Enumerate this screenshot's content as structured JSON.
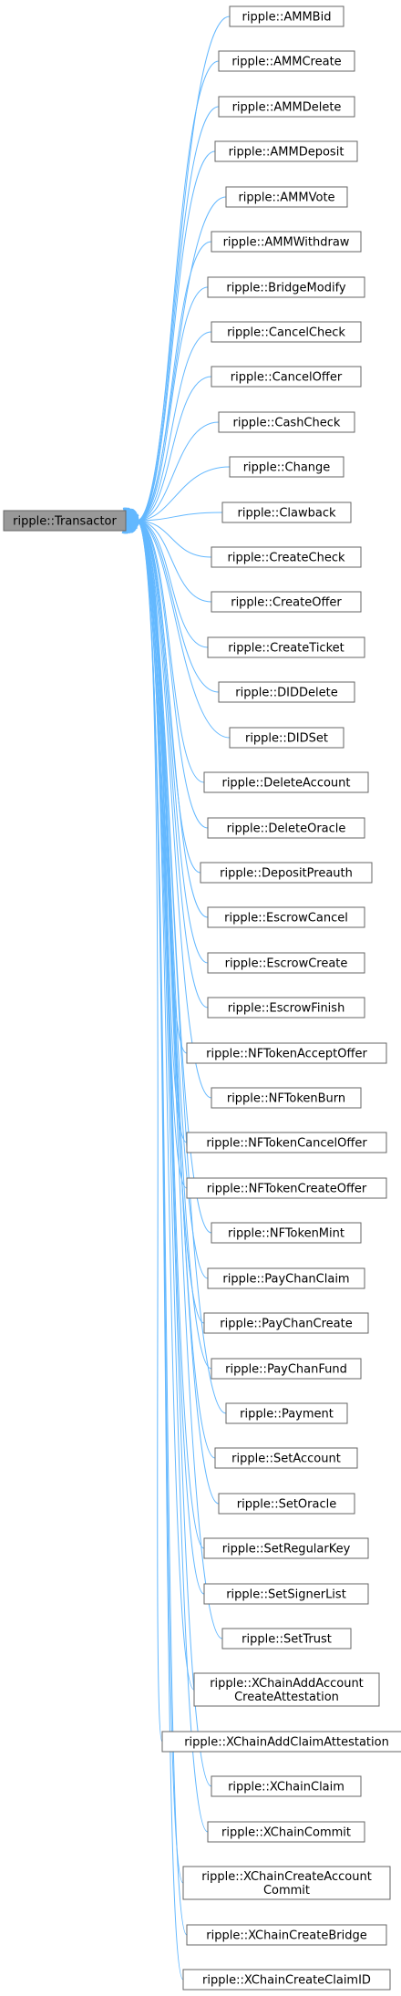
{
  "diagram": {
    "type": "inheritance-graph",
    "colors": {
      "edge": "#63b8ff",
      "base_fill": "#999999",
      "node_border": "#666666",
      "node_fill": "#ffffff"
    },
    "base": {
      "id": "transactor",
      "label": [
        "ripple::Transactor"
      ]
    },
    "derived": [
      {
        "id": "ammbid",
        "label": [
          "ripple::AMMBid"
        ]
      },
      {
        "id": "ammcreate",
        "label": [
          "ripple::AMMCreate"
        ]
      },
      {
        "id": "ammdelete",
        "label": [
          "ripple::AMMDelete"
        ]
      },
      {
        "id": "ammdeposit",
        "label": [
          "ripple::AMMDeposit"
        ]
      },
      {
        "id": "ammvote",
        "label": [
          "ripple::AMMVote"
        ]
      },
      {
        "id": "ammwithdraw",
        "label": [
          "ripple::AMMWithdraw"
        ]
      },
      {
        "id": "bridgemodify",
        "label": [
          "ripple::BridgeModify"
        ]
      },
      {
        "id": "cancelcheck",
        "label": [
          "ripple::CancelCheck"
        ]
      },
      {
        "id": "canceloffer",
        "label": [
          "ripple::CancelOffer"
        ]
      },
      {
        "id": "cashcheck",
        "label": [
          "ripple::CashCheck"
        ]
      },
      {
        "id": "change",
        "label": [
          "ripple::Change"
        ]
      },
      {
        "id": "clawback",
        "label": [
          "ripple::Clawback"
        ]
      },
      {
        "id": "createcheck",
        "label": [
          "ripple::CreateCheck"
        ]
      },
      {
        "id": "createoffer",
        "label": [
          "ripple::CreateOffer"
        ]
      },
      {
        "id": "createticket",
        "label": [
          "ripple::CreateTicket"
        ]
      },
      {
        "id": "diddelete",
        "label": [
          "ripple::DIDDelete"
        ]
      },
      {
        "id": "didset",
        "label": [
          "ripple::DIDSet"
        ]
      },
      {
        "id": "deleteaccount",
        "label": [
          "ripple::DeleteAccount"
        ]
      },
      {
        "id": "deleteoracle",
        "label": [
          "ripple::DeleteOracle"
        ]
      },
      {
        "id": "depositpreauth",
        "label": [
          "ripple::DepositPreauth"
        ]
      },
      {
        "id": "escrowcancel",
        "label": [
          "ripple::EscrowCancel"
        ]
      },
      {
        "id": "escrowcreate",
        "label": [
          "ripple::EscrowCreate"
        ]
      },
      {
        "id": "escrowfinish",
        "label": [
          "ripple::EscrowFinish"
        ]
      },
      {
        "id": "nftokenacceptoffer",
        "label": [
          "ripple::NFTokenAcceptOffer"
        ]
      },
      {
        "id": "nftokenburn",
        "label": [
          "ripple::NFTokenBurn"
        ]
      },
      {
        "id": "nftokencanceloffer",
        "label": [
          "ripple::NFTokenCancelOffer"
        ]
      },
      {
        "id": "nftokencreateoffer",
        "label": [
          "ripple::NFTokenCreateOffer"
        ]
      },
      {
        "id": "nftokenmint",
        "label": [
          "ripple::NFTokenMint"
        ]
      },
      {
        "id": "paychanclaim",
        "label": [
          "ripple::PayChanClaim"
        ]
      },
      {
        "id": "paychancreate",
        "label": [
          "ripple::PayChanCreate"
        ]
      },
      {
        "id": "paychanfund",
        "label": [
          "ripple::PayChanFund"
        ]
      },
      {
        "id": "payment",
        "label": [
          "ripple::Payment"
        ]
      },
      {
        "id": "setaccount",
        "label": [
          "ripple::SetAccount"
        ]
      },
      {
        "id": "setoracle",
        "label": [
          "ripple::SetOracle"
        ]
      },
      {
        "id": "setregularkey",
        "label": [
          "ripple::SetRegularKey"
        ]
      },
      {
        "id": "setsignerlist",
        "label": [
          "ripple::SetSignerList"
        ]
      },
      {
        "id": "settrust",
        "label": [
          "ripple::SetTrust"
        ]
      },
      {
        "id": "xchainaddaccountcreateattestation",
        "label": [
          "ripple::XChainAddAccount",
          "CreateAttestation"
        ]
      },
      {
        "id": "xchainaddclaimattestation",
        "label": [
          "ripple::XChainAddClaimAttestation"
        ]
      },
      {
        "id": "xchainclaim",
        "label": [
          "ripple::XChainClaim"
        ]
      },
      {
        "id": "xchaincommit",
        "label": [
          "ripple::XChainCommit"
        ]
      },
      {
        "id": "xchaincreateaccountcommit",
        "label": [
          "ripple::XChainCreateAccount",
          "Commit"
        ]
      },
      {
        "id": "xchaincreatebridge",
        "label": [
          "ripple::XChainCreateBridge"
        ]
      },
      {
        "id": "xchaincreateclaimid",
        "label": [
          "ripple::XChainCreateClaimID"
        ]
      }
    ]
  }
}
